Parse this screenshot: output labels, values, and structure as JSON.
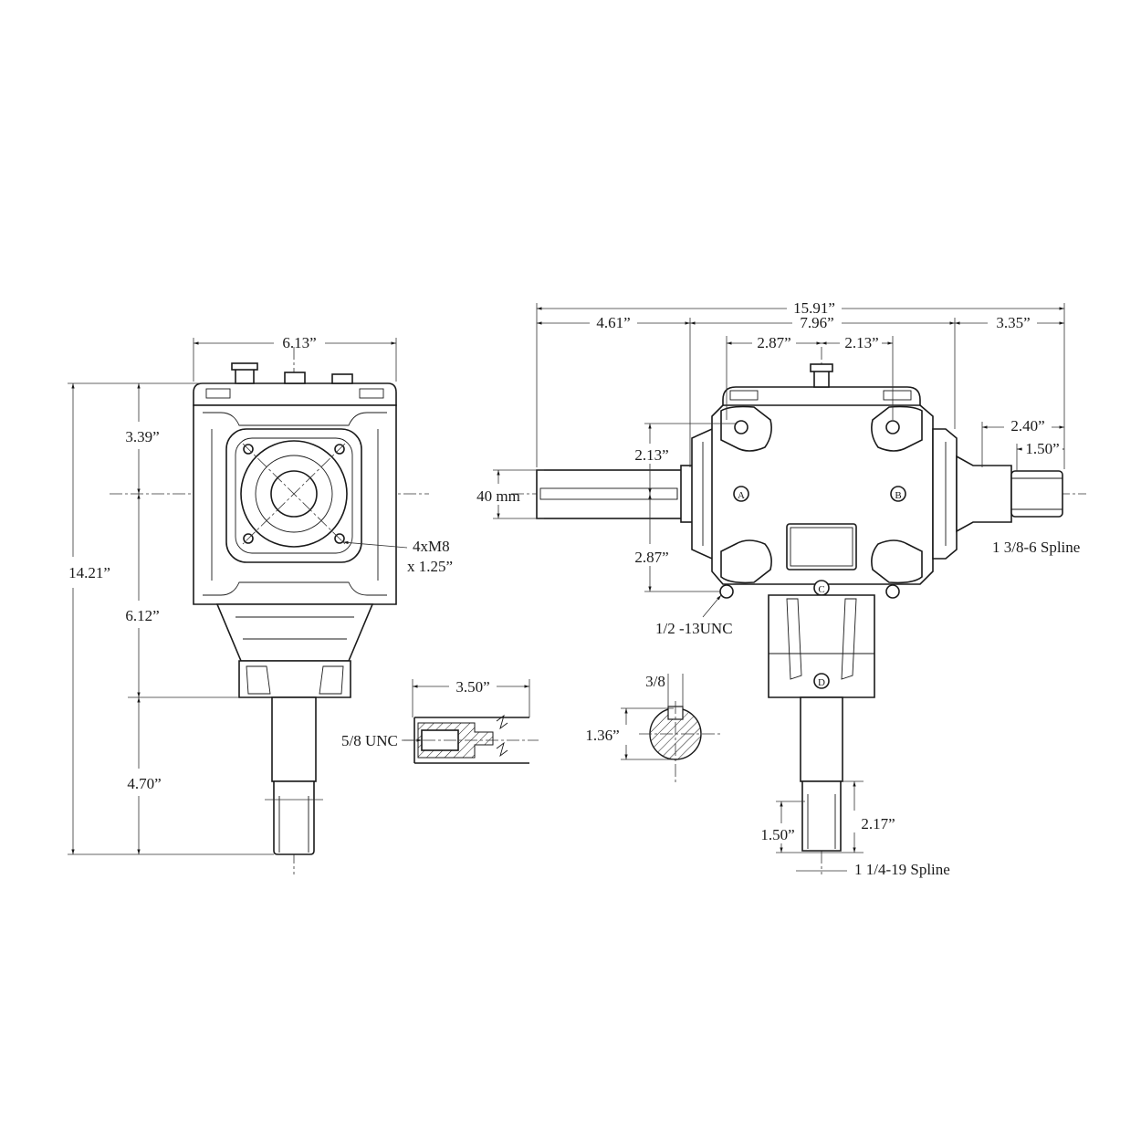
{
  "front_view": {
    "width_label": "6.13”",
    "top_height_label": "3.39”",
    "overall_height_label": "14.21”",
    "mid_height_label": "6.12”",
    "shaft_length_label": "4.70”",
    "bolt_note_line1": "4xM8",
    "bolt_note_line2": "x 1.25”"
  },
  "side_view": {
    "overall_length_label": "15.91”",
    "input_shaft_length_label": "4.61”",
    "housing_length_label": "7.96”",
    "output_shaft_length_label": "3.35”",
    "left_hole_offset_label": "2.87”",
    "right_hole_offset_label": "2.13”",
    "upper_hole_height_label": "2.13”",
    "lower_hole_height_label": "2.87”",
    "input_shaft_diameter_label": "40 mm",
    "spline_length_label": "2.40”",
    "spline_tip_label": "1.50”",
    "spline_note": "1 3/8-6 Spline",
    "mount_thread_note": "1/2 -13UNC",
    "bottom_spline_total_label": "2.17”",
    "bottom_spline_length_label": "1.50”",
    "bottom_spline_note": "1 1/4-19 Spline",
    "port_labels": [
      "A",
      "B",
      "C",
      "D"
    ]
  },
  "shaft_end_detail": {
    "length_label": "3.50”",
    "thread_note": "5/8 UNC"
  },
  "key_section_detail": {
    "key_width_label": "3/8",
    "diameter_label": "1.36”"
  }
}
